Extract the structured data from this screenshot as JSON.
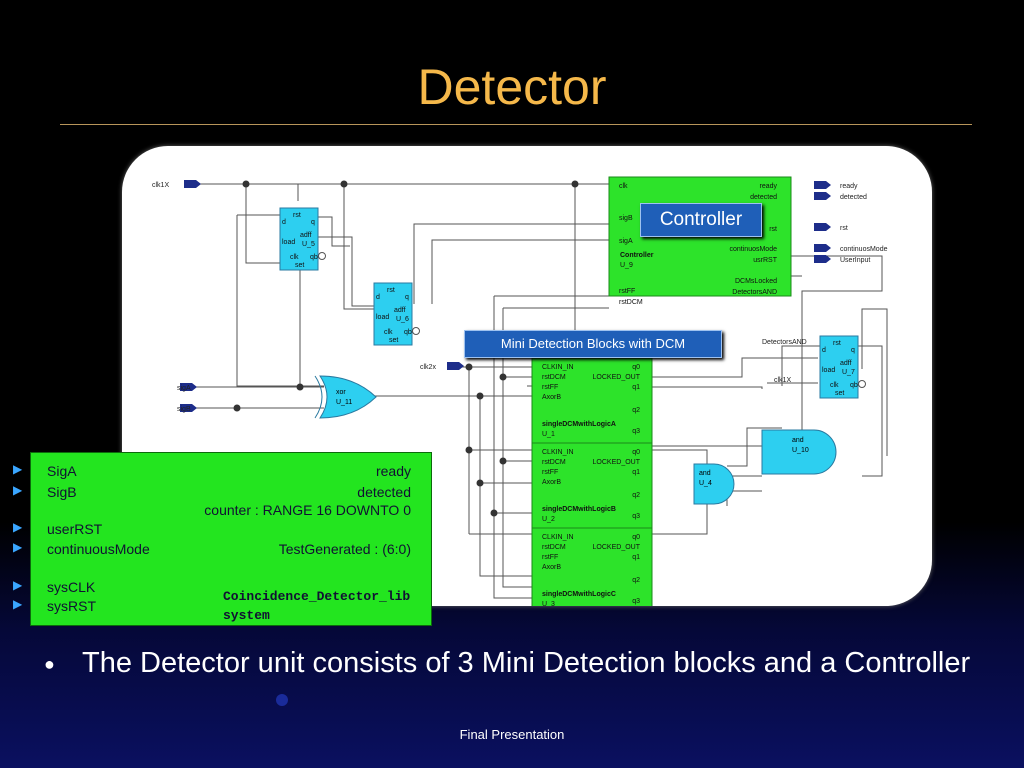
{
  "slide": {
    "title": "Detector",
    "bullet": "The Detector unit consists of 3 Mini Detection blocks and a Controller",
    "footer": "Final Presentation"
  },
  "callouts": {
    "controller": "Controller",
    "mini": "Mini Detection Blocks with DCM"
  },
  "diagram": {
    "top_signals": {
      "clk1x": "clk1X",
      "sigA": "sigA",
      "sigB": "sigB",
      "clk2x": "clk2x",
      "clk1x_right": "clk1X"
    },
    "ff": {
      "u5": [
        "rst",
        "d",
        "q",
        "load",
        "adff",
        "U_5",
        "clk",
        "set",
        "qb"
      ],
      "u6": [
        "rst",
        "d",
        "q",
        "load",
        "adff",
        "U_6",
        "clk",
        "set",
        "qb"
      ],
      "u7": [
        "rst",
        "d",
        "q",
        "load",
        "adff",
        "U_7",
        "clk",
        "set",
        "qb"
      ]
    },
    "controller": {
      "left": [
        "clk",
        "sigB",
        "sigA",
        "rstFF",
        "rstDCM"
      ],
      "right": [
        "ready",
        "detected",
        "rst",
        "continuosMode",
        "usrRST",
        "DCMsLocked",
        "DetectorsAND"
      ],
      "name": "Controller",
      "inst": "U_9"
    },
    "outputs": [
      "ready",
      "detected",
      "rst",
      "continuosMode",
      "UserInput"
    ],
    "xor": [
      "xor",
      "U_11"
    ],
    "and1": [
      "and",
      "U_10"
    ],
    "and2": [
      "and",
      "U_4"
    ],
    "detectors_and_label": "DetectorsAND",
    "dcm": {
      "left": [
        "CLKIN_IN",
        "rstDCM",
        "rstFF",
        "AxorB"
      ],
      "right": [
        "q0",
        "LOCKED_OUT",
        "q1",
        "q2",
        "q3"
      ],
      "blocks": [
        {
          "name": "singleDCMwithLogicA",
          "inst": "U_1"
        },
        {
          "name": "singleDCMwithLogicB",
          "inst": "U_2"
        },
        {
          "name": "singleDCMwithLogicC",
          "inst": "U_3"
        }
      ]
    }
  },
  "entity": {
    "left": [
      "SigA",
      "SigB",
      "userRST",
      "continuousMode",
      "sysCLK",
      "sysRST"
    ],
    "right": [
      "ready",
      "detected",
      "counter : RANGE 16 DOWNTO 0",
      "TestGenerated : (6:0)"
    ],
    "lib": "Coincidence_Detector_lib",
    "name": "system"
  }
}
